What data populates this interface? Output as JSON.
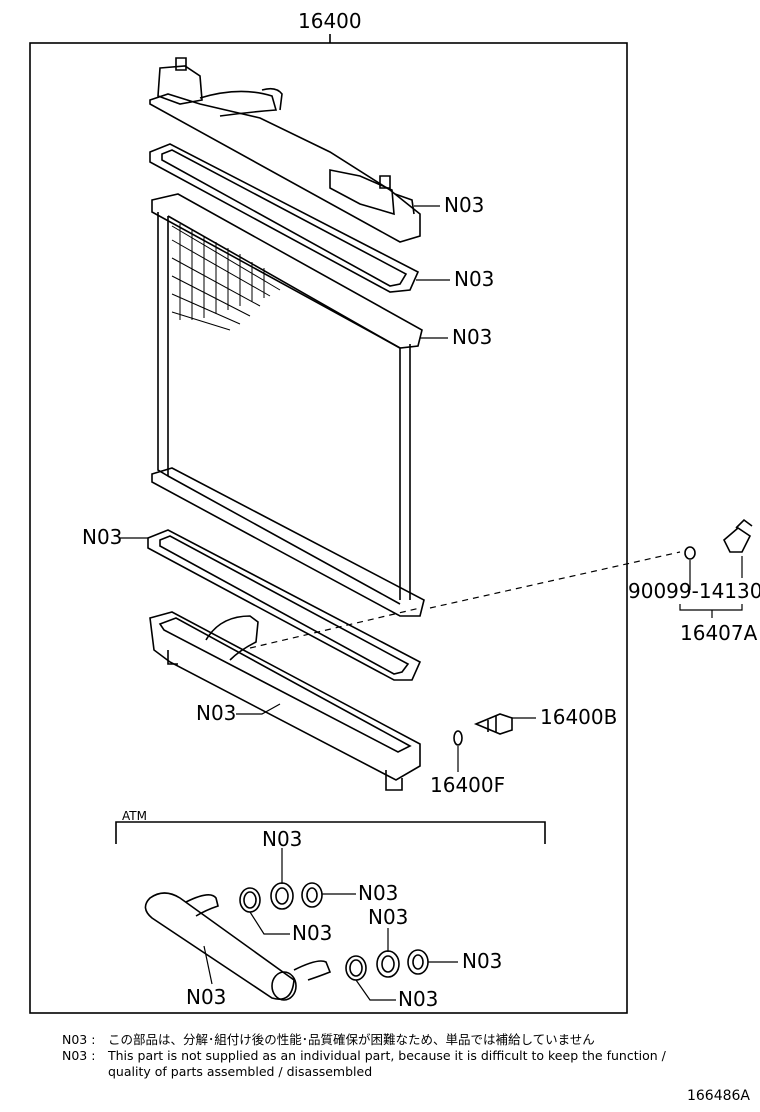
{
  "labels": {
    "assembly": "16400",
    "n03": "N03",
    "part_90099": "90099-14130",
    "part_16407A": "16407A",
    "part_16400B": "16400B",
    "part_16400F": "16400F",
    "atm": "ATM"
  },
  "notes": {
    "code": "N03 :",
    "japanese": "この部品は、分解･組付け後の性能･品質確保が困難なため、単品では補給していません",
    "english_line1": "This part is not supplied as an individual part, because it is difficult to keep the function /",
    "english_line2": "quality of parts assembled / disassembled"
  },
  "figure_code": "166486A"
}
